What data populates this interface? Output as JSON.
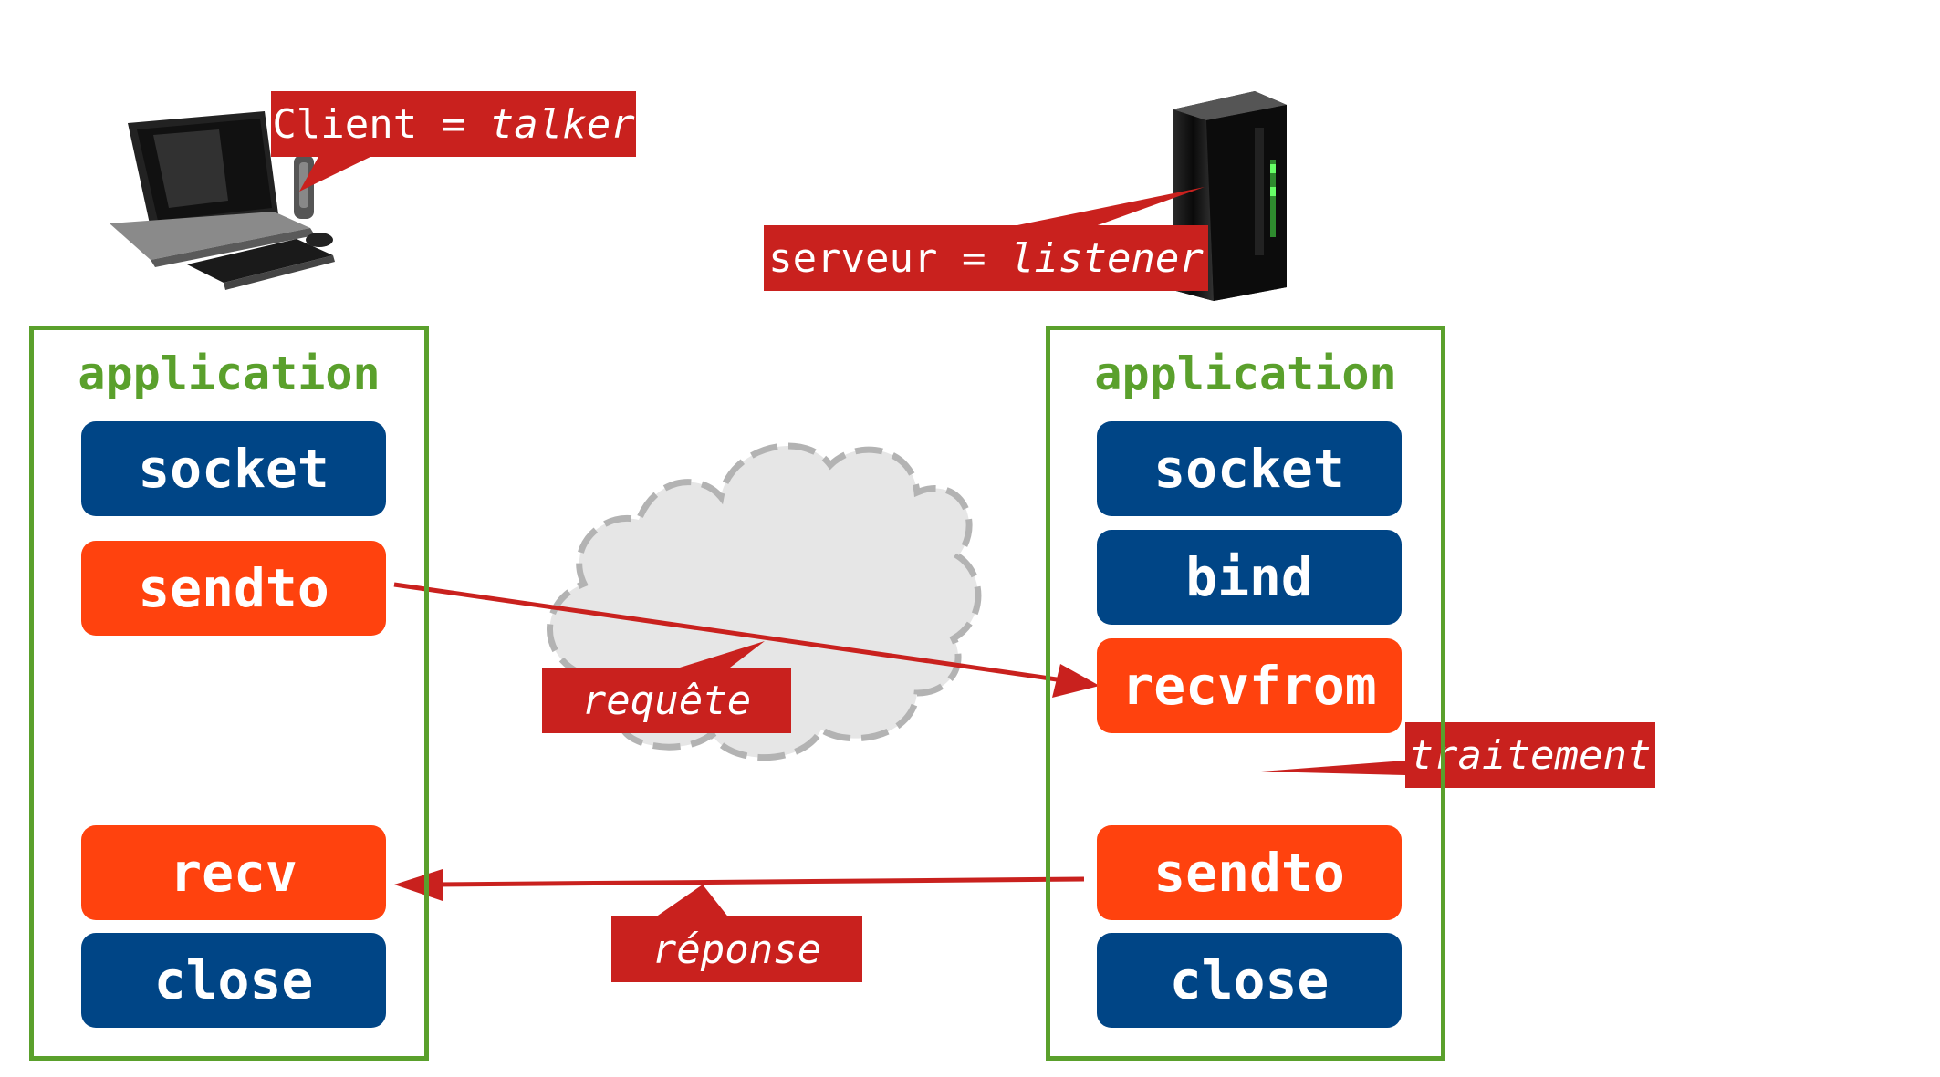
{
  "colors": {
    "panel_border": "#5aa02c",
    "blue_button": "#004586",
    "orange_button": "#ff420e",
    "callout": "#c9211e",
    "cloud_fill": "#e6e6e6",
    "cloud_stroke": "#b3b3b3"
  },
  "client": {
    "icon": "desktop-computer-icon",
    "callout_prefix": "Client = ",
    "callout_role": "talker",
    "panel_title": "application",
    "steps": [
      "socket",
      "sendto",
      "recv",
      "close"
    ]
  },
  "server": {
    "icon": "server-tower-icon",
    "callout_prefix": "serveur = ",
    "callout_role": "listener",
    "panel_title": "application",
    "steps": [
      "socket",
      "bind",
      "recvfrom",
      "sendto",
      "close"
    ]
  },
  "network": {
    "icon": "cloud-icon",
    "request_label": "requête",
    "response_label": "réponse",
    "processing_label": "traitement"
  }
}
